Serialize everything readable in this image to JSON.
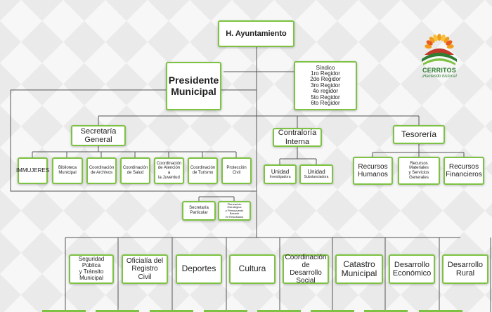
{
  "colors": {
    "box_border": "#7dc242",
    "connector": "#555555",
    "logo_green": "#2e7d32",
    "logo_orange": "#f29c1f",
    "logo_red": "#c0392b"
  },
  "ayuntamiento": "H. Ayuntamiento",
  "presidente": [
    "Presidente",
    "Municipal"
  ],
  "sindico": {
    "title": "Síndico",
    "lines": [
      "1ro Regidor",
      "2do Regidor",
      "3ro Regidor",
      "4o regidor",
      "5to Regidor",
      "6to Regidor"
    ]
  },
  "secretaria": [
    "Secretaría",
    "General"
  ],
  "contraloria": [
    "Contraloría",
    "Interna"
  ],
  "tesoreria": "Tesorería",
  "sec_units": [
    [
      "IMMUJERES"
    ],
    [
      "Biblioteca",
      "Municipal"
    ],
    [
      "Coordinación",
      "de Archivos"
    ],
    [
      "Coordinación",
      "de Salud"
    ],
    [
      "Coordinación",
      "de Atención a",
      "la Juventud"
    ],
    [
      "Coordinación",
      "de Turismo"
    ],
    [
      "Protección",
      "Civil"
    ]
  ],
  "sec_particular": [
    "Secretaría",
    "Particular"
  ],
  "planeacion": [
    "Planeación Estratégica",
    "y Presupuesto Basado",
    "en Resultados"
  ],
  "contraloria_units": [
    [
      "Unidad",
      "Investigadora"
    ],
    [
      "Unidad",
      "Substanciadora"
    ]
  ],
  "tesoreria_units": [
    [
      "Recursos",
      "Humanos"
    ],
    [
      "Recursos Materiales",
      "y Servicios Generales"
    ],
    [
      "Recursos",
      "Financieros"
    ]
  ],
  "bottom_units": [
    [
      "Seguridad Pública",
      "y Tránsito Municipal"
    ],
    [
      "Oficialía del",
      "Registro Civil"
    ],
    [
      "Deportes"
    ],
    [
      "Cultura"
    ],
    [
      "Coordinación",
      "de Desarrollo",
      "Social"
    ],
    [
      "Catastro",
      "Municipal"
    ],
    [
      "Desarrollo",
      "Económico"
    ],
    [
      "Desarrollo",
      "Rural"
    ]
  ],
  "logo": {
    "icon": "sunflower-logo-icon",
    "name": "CERRITOS",
    "tagline": "¡Haciendo historia!"
  }
}
